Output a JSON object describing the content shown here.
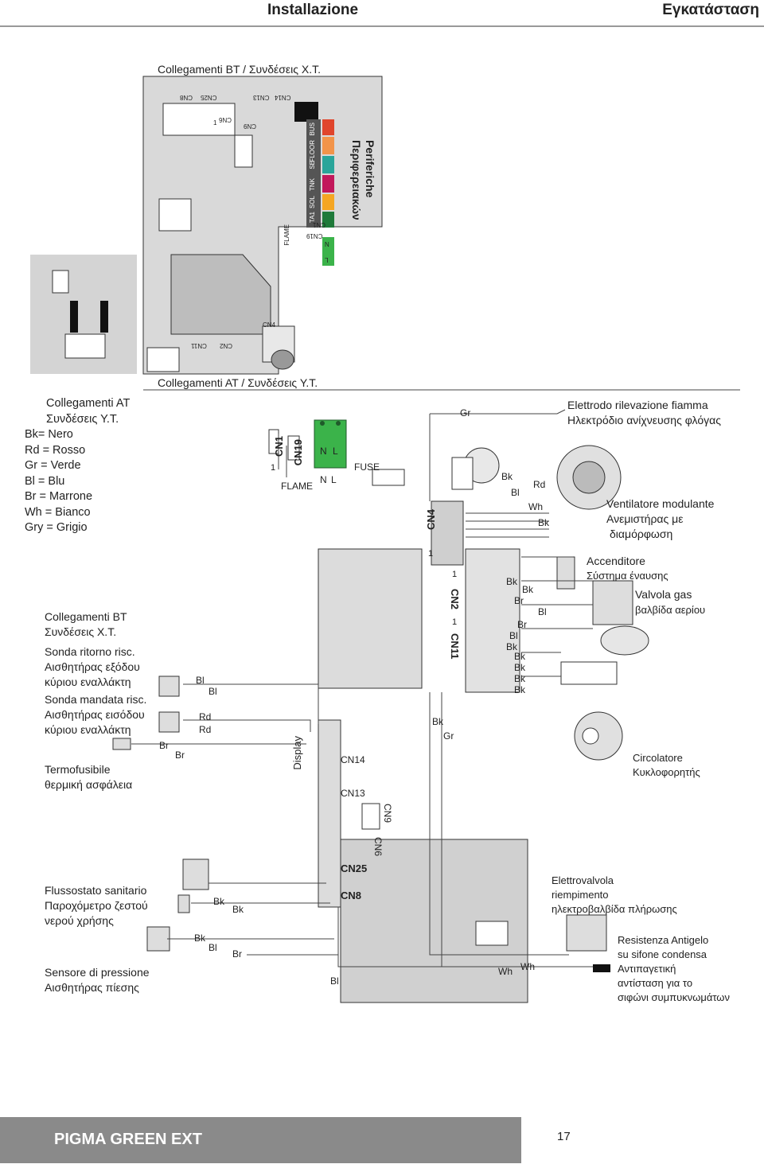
{
  "header": {
    "title_it": "Installazione",
    "title_gr": "Εγκατάσταση"
  },
  "top_board": {
    "caption_bt": "Collegamenti BT / Συνδέσεις Χ.Τ.",
    "caption_at": "Collegamenti AT / Συνδέσεις Υ.Τ.",
    "peripherals_it": "Periferiche",
    "peripherals_gr": "Περιφερειακών",
    "terminals": [
      "BUS",
      "FLOOR",
      "SE",
      "TNK",
      "SOL",
      "TA1"
    ],
    "connectors": [
      "CN8",
      "CN25",
      "CN13",
      "CN14",
      "CN6",
      "CN9",
      "CN1",
      "CN19",
      "CN4",
      "CN11",
      "CN2"
    ],
    "flame": "FLAME",
    "n": "N",
    "l": "L",
    "one": "1"
  },
  "legend": {
    "at_it": "Collegamenti AT",
    "at_gr": "Συνδέσεις Υ.Τ.",
    "colors": [
      "Bk= Nero",
      "Rd = Rosso",
      "Gr = Verde",
      "Bl = Blu",
      "Br = Marrone",
      "Wh = Bianco",
      "Gry = Grigio"
    ],
    "bt_it": "Collegamenti BT",
    "bt_gr": "Συνδέσεις Χ.Τ."
  },
  "components": {
    "flame_electrode_it": "Elettrodo rilevazione fiamma",
    "flame_electrode_gr": "Ηλεκτρόδιο ανίχνευσης φλόγας",
    "fan_it": "Ventilatore modulante",
    "fan_gr1": "Ανεμιστήρας με",
    "fan_gr2": "διαμόρφωση",
    "igniter_it": "Accenditore",
    "igniter_gr": "Σύστημα έναυσης",
    "gas_valve_it": "Valvola gas",
    "gas_valve_gr": "βαλβίδα αερίου",
    "pump_it": "Circolatore",
    "pump_gr": "Κυκλοφορητής",
    "return_probe_it": "Sonda ritorno risc.",
    "return_probe_gr1": "Αισθητήρας εξόδου",
    "return_probe_gr2": "κύριου εναλλάκτη",
    "flow_probe_it": "Sonda mandata risc.",
    "flow_probe_gr1": "Αισθητήρας εισόδου",
    "flow_probe_gr2": "κύριου εναλλάκτη",
    "thermofuse_it": "Termofusibile",
    "thermofuse_gr": "θερμική ασφάλεια",
    "flow_switch_it": "Flussostato sanitario",
    "flow_switch_gr1": "Παροχόμετρο ζεστού",
    "flow_switch_gr2": "νερού χρήσης",
    "pressure_it": "Sensore di pressione",
    "pressure_gr": "Αισθητήρας πίεσης",
    "fill_valve_it1": "Elettrovalvola",
    "fill_valve_it2": "riempimento",
    "fill_valve_gr": "ηλεκτροβαλβίδα πλήρωσης",
    "antifreeze_it1": "Resistenza Antigelo",
    "antifreeze_it2": "su sifone condensa",
    "antifreeze_gr1": "Αντιπαγετική",
    "antifreeze_gr2": "αντίσταση για το",
    "antifreeze_gr3": "σιφώνι συμπυκνωμάτων"
  },
  "board_labels": {
    "cn1": "CN1",
    "cn19": "CN19",
    "cn4": "CN4",
    "cn2": "CN2",
    "cn11": "CN11",
    "cn14": "CN14",
    "cn13": "CN13",
    "cn9": "CN9",
    "cn6": "CN6",
    "cn25": "CN25",
    "cn8": "CN8",
    "fuse": "FUSE",
    "flame": "FLAME",
    "display": "Display",
    "n": "N",
    "l": "L",
    "one": "1"
  },
  "wire_labels": {
    "gr": "Gr",
    "bk": "Bk",
    "bl": "Bl",
    "rd": "Rd",
    "wh": "Wh",
    "br": "Br"
  },
  "terminal_colors": {
    "bus": "#e0452c",
    "floor": "#f2944a",
    "se": "#2aa59a",
    "tnk": "#c2185b",
    "sol": "#f5a623",
    "ta1": "#1f7a3a",
    "cn19": "#3bb34a"
  },
  "footer": {
    "model": "PIGMA GREEN EXT",
    "page": "17"
  }
}
